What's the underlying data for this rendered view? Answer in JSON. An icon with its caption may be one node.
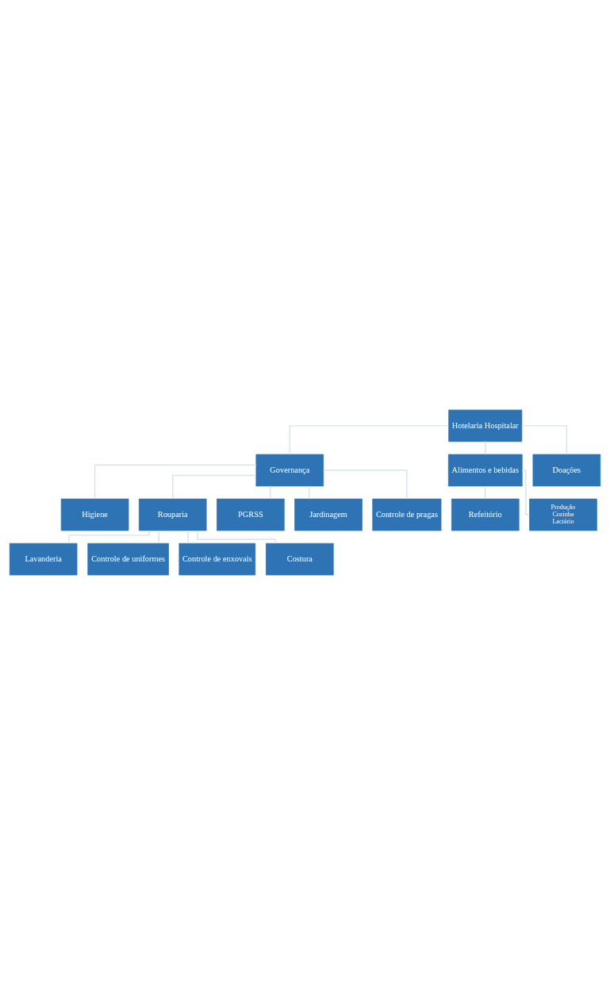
{
  "diagram": {
    "nodes": [
      {
        "text": [
          "Hotelaria Hospitalar"
        ]
      },
      {
        "text": [
          "Governança"
        ]
      },
      {
        "text": [
          "Alimentos e bebidas"
        ]
      },
      {
        "text": [
          "Doações"
        ]
      },
      {
        "text": [
          "Higiene"
        ]
      },
      {
        "text": [
          "Rouparia"
        ]
      },
      {
        "text": [
          "Lavanderia"
        ]
      },
      {
        "text": [
          "Controle de uniformes"
        ]
      },
      {
        "text": [
          "Controle de enxovais"
        ]
      },
      {
        "text": [
          "Costura"
        ]
      },
      {
        "text": [
          "PGRSS"
        ]
      },
      {
        "text": [
          "Jardinagem"
        ]
      },
      {
        "text": [
          "Controle de pragas"
        ]
      },
      {
        "text": [
          "Refeitório"
        ]
      },
      {
        "text": [
          "Produção Cozinha Lactário"
        ]
      }
    ],
    "edges": [
      {
        "from": 0,
        "to": 1,
        "arrow": "none"
      },
      {
        "from": 0,
        "to": 2,
        "arrow": "none"
      },
      {
        "from": 0,
        "to": 3,
        "arrow": "none"
      },
      {
        "from": 1,
        "to": 4,
        "arrow": "none"
      },
      {
        "from": 1,
        "to": 5,
        "arrow": "none"
      },
      {
        "from": 5,
        "to": 6,
        "arrow": "none"
      },
      {
        "from": 5,
        "to": 7,
        "arrow": "none"
      },
      {
        "from": 5,
        "to": 8,
        "arrow": "none"
      },
      {
        "from": 5,
        "to": 9,
        "arrow": "none"
      },
      {
        "from": 1,
        "to": 10,
        "arrow": "none"
      },
      {
        "from": 1,
        "to": 11,
        "arrow": "none"
      },
      {
        "from": 1,
        "to": 12,
        "arrow": "none"
      },
      {
        "from": 2,
        "to": 13,
        "arrow": "none"
      },
      {
        "from": 2,
        "to": 14,
        "arrow": "none"
      }
    ]
  }
}
